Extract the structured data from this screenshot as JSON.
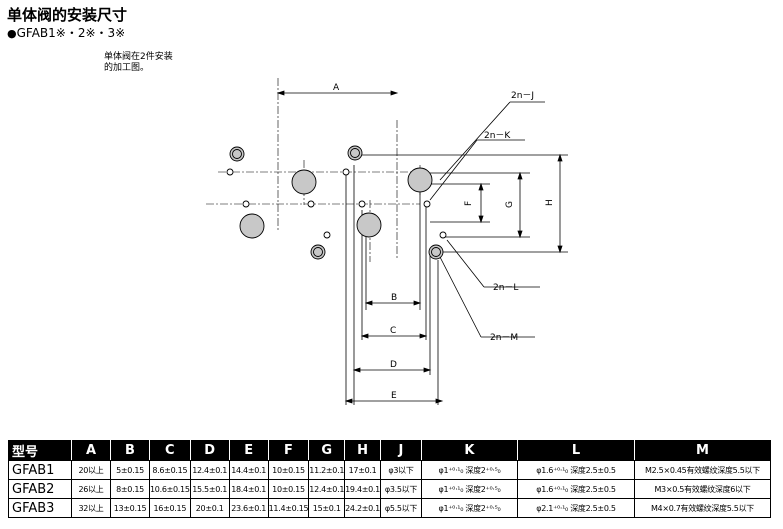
{
  "header": {
    "title": "单体阀的安装尺寸",
    "subtitle_bullet": "●",
    "subtitle": "GFAB1※・2※・3※"
  },
  "note": {
    "line1": "单体阀在2件安装",
    "line2": "的加工图。"
  },
  "diagram": {
    "labels": {
      "A": "A",
      "B": "B",
      "C": "C",
      "D": "D",
      "E": "E",
      "F": "F",
      "G": "G",
      "H": "H",
      "J": "2n－J",
      "K": "2n－K",
      "L": "2n－L",
      "M": "2n－M"
    }
  },
  "table": {
    "headers": [
      "型号",
      "A",
      "B",
      "C",
      "D",
      "E",
      "F",
      "G",
      "H",
      "J",
      "K",
      "L",
      "M"
    ],
    "rows": [
      [
        "GFAB1",
        "20以上",
        "5±0.15",
        "8.6±0.15",
        "12.4±0.1",
        "14.4±0.1",
        "10±0.15",
        "11.2±0.1",
        "17±0.1",
        "φ3以下",
        "φ1⁺⁰·¹₀ 深度2⁺⁰·⁵₀",
        "φ1.6⁺⁰·¹₀ 深度2.5±0.5",
        "M2.5×0.45有效螺纹深度5.5以下"
      ],
      [
        "GFAB2",
        "26以上",
        "8±0.15",
        "10.6±0.15",
        "15.5±0.1",
        "18.4±0.1",
        "10±0.15",
        "12.4±0.1",
        "19.4±0.1",
        "φ3.5以下",
        "φ1⁺⁰·¹₀ 深度2⁺⁰·⁵₀",
        "φ1.6⁺⁰·¹₀ 深度2.5±0.5",
        "M3×0.5有效螺纹深度6以下"
      ],
      [
        "GFAB3",
        "32以上",
        "13±0.15",
        "16±0.15",
        "20±0.1",
        "23.6±0.1",
        "11.4±0.15",
        "15±0.1",
        "24.2±0.1",
        "φ5.5以下",
        "φ1⁺⁰·¹₀ 深度2⁺⁰·⁵₀",
        "φ2.1⁺⁰·¹₀ 深度2.5±0.5",
        "M4×0.7有效螺纹深度5.5以下"
      ]
    ]
  },
  "colors": {
    "hole_fill": "#c8c8c8",
    "line": "#000000",
    "header_bg": "#000000",
    "header_text": "#ffffff"
  }
}
